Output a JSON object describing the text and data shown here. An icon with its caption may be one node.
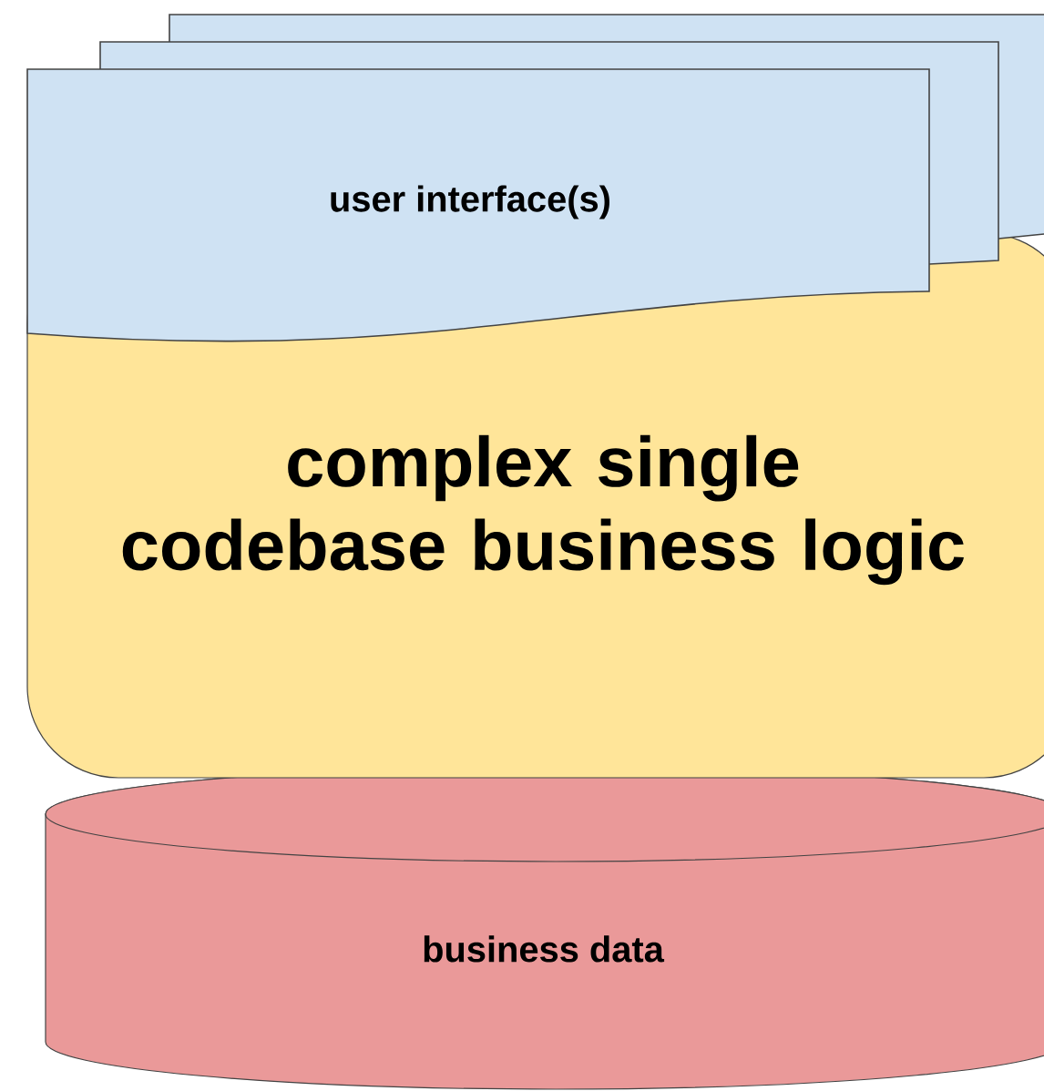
{
  "diagram": {
    "nodes": [
      {
        "text": [
          "user interface(s)"
        ]
      },
      {
        "text": [],
        "shape": "box"
      },
      {
        "text": [],
        "shape": "box"
      },
      {
        "text": [
          "complex single codebase business logic"
        ]
      },
      {
        "text": [
          "business data"
        ]
      }
    ]
  }
}
